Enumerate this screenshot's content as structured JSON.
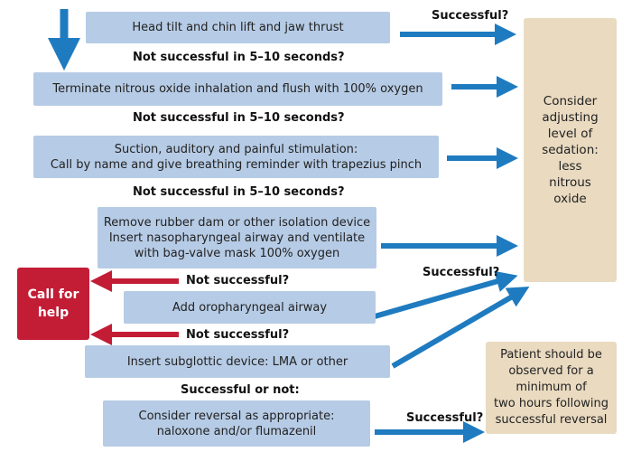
{
  "steps": [
    {
      "text": "Head tilt and chin lift and jaw thrust"
    },
    {
      "text": "Terminate nitrous oxide inhalation and flush with 100% oxygen"
    },
    {
      "line1": "Suction, auditory and painful stimulation:",
      "line2": "Call by name and give breathing reminder with trapezius pinch"
    },
    {
      "line1": "Remove rubber dam or other isolation device",
      "line2": "Insert nasopharyngeal airway and ventilate",
      "line3": "with bag-valve mask 100% oxygen"
    },
    {
      "text": "Add oropharyngeal airway"
    },
    {
      "text": "Insert subglottic device: LMA or other"
    },
    {
      "line1": "Consider reversal as appropriate:",
      "line2": "naloxone and/or flumazenil"
    }
  ],
  "labels": {
    "successful": "Successful?",
    "not_successful_timed": "Not successful in 5–10 seconds?",
    "not_successful": "Not successful?",
    "successful_or_not": "Successful or not:"
  },
  "call_for_help": {
    "line1": "Call for",
    "line2": "help"
  },
  "outcome_sedation": {
    "lines": [
      "Consider",
      "adjusting",
      "level of",
      "sedation:",
      "less",
      "nitrous",
      "oxide"
    ]
  },
  "outcome_reversal": {
    "lines": [
      "Patient should be",
      "observed for a",
      "minimum of",
      "two hours following",
      "successful reversal"
    ]
  },
  "colors": {
    "box": "#b6cbe5",
    "arrow": "#1f7bc0",
    "red": "#c31d36",
    "tan": "#e9dac0"
  }
}
